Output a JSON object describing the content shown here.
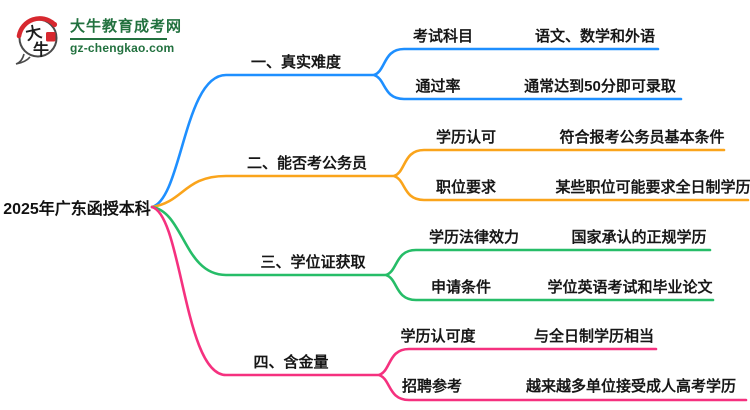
{
  "logo": {
    "badge_chars_top": "大",
    "badge_chars_bottom": "牛",
    "site_name": "大牛教育成考网",
    "site_url": "gz-chengkao.com",
    "brand_green": "#22713F",
    "badge_red": "#D7282F",
    "badge_outline": "#4A4A4A"
  },
  "mindmap": {
    "root": {
      "label": "2025年广东函授本科"
    },
    "branches": [
      {
        "label": "一、真实难度",
        "color": "#1E8FFF",
        "children": [
          {
            "label": "考试科目",
            "value": "语文、数学和外语"
          },
          {
            "label": "通过率",
            "value": "通常达到50分即可录取"
          }
        ]
      },
      {
        "label": "二、能否考公务员",
        "color": "#FAA41B",
        "children": [
          {
            "label": "学历认可",
            "value": "符合报考公务员基本条件"
          },
          {
            "label": "职位要求",
            "value": "某些职位可能要求全日制学历"
          }
        ]
      },
      {
        "label": "三、学位证获取",
        "color": "#26BD68",
        "children": [
          {
            "label": "学历法律效力",
            "value": "国家承认的正规学历"
          },
          {
            "label": "申请条件",
            "value": "学位英语考试和毕业论文"
          }
        ]
      },
      {
        "label": "四、含金量",
        "color": "#F5317F",
        "children": [
          {
            "label": "学历认可度",
            "value": "与全日制学历相当"
          },
          {
            "label": "招聘参考",
            "value": "越来越多单位接受成人高考学历"
          }
        ]
      }
    ]
  }
}
